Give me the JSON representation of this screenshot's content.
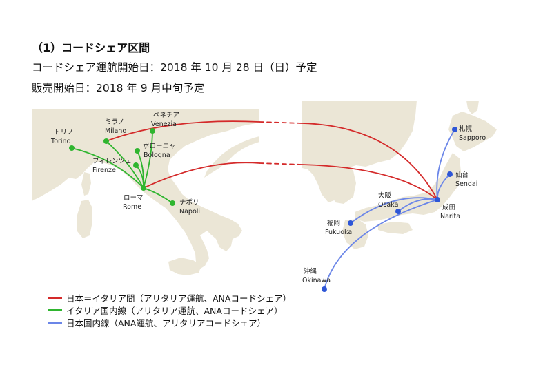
{
  "header": {
    "title": "（1）コードシェア区間",
    "start_date_line": "コードシェア運航開始日：2018 年 10 月 28 日（日）予定",
    "sales_date_line": "販売開始日：2018 年 9 月中旬予定"
  },
  "cities": {
    "torino": {
      "ja": "トリノ",
      "en": "Torino"
    },
    "milano": {
      "ja": "ミラノ",
      "en": "Milano"
    },
    "venezia": {
      "ja": "ベネチア",
      "en": "Venezia"
    },
    "bologna": {
      "ja": "ボローニャ",
      "en": "Bologna"
    },
    "firenze": {
      "ja": "フィレンツェ",
      "en": "Firenze"
    },
    "roma": {
      "ja": "ローマ",
      "en": "Rome"
    },
    "napoli": {
      "ja": "ナポリ",
      "en": "Napoli"
    },
    "sapporo": {
      "ja": "札幌",
      "en": "Sapporo"
    },
    "sendai": {
      "ja": "仙台",
      "en": "Sendai"
    },
    "osaka": {
      "ja": "大阪",
      "en": "Osaka"
    },
    "narita": {
      "ja": "成田",
      "en": "Narita"
    },
    "fukuoka": {
      "ja": "福岡",
      "en": "Fukuoka"
    },
    "okinawa": {
      "ja": "沖縄",
      "en": "Okinawa"
    }
  },
  "legend": [
    {
      "label": "日本＝イタリア間（アリタリア運航、ANAコードシェア）",
      "color": "#d42a2a"
    },
    {
      "label": "イタリア国内線（アリタリア運航、ANAコードシェア）",
      "color": "#2fb52f"
    },
    {
      "label": "日本国内線（ANA運航、アリタリアコードシェア）",
      "color": "#6b86e8"
    }
  ],
  "colors": {
    "land": "#ebe6d6",
    "sea": "#ffffff",
    "international": "#d42a2a",
    "italy_domestic": "#2fb52f",
    "japan_domestic": "#6b86e8",
    "italy_dot": "#2fb52f",
    "japan_dot": "#2e56d6"
  }
}
